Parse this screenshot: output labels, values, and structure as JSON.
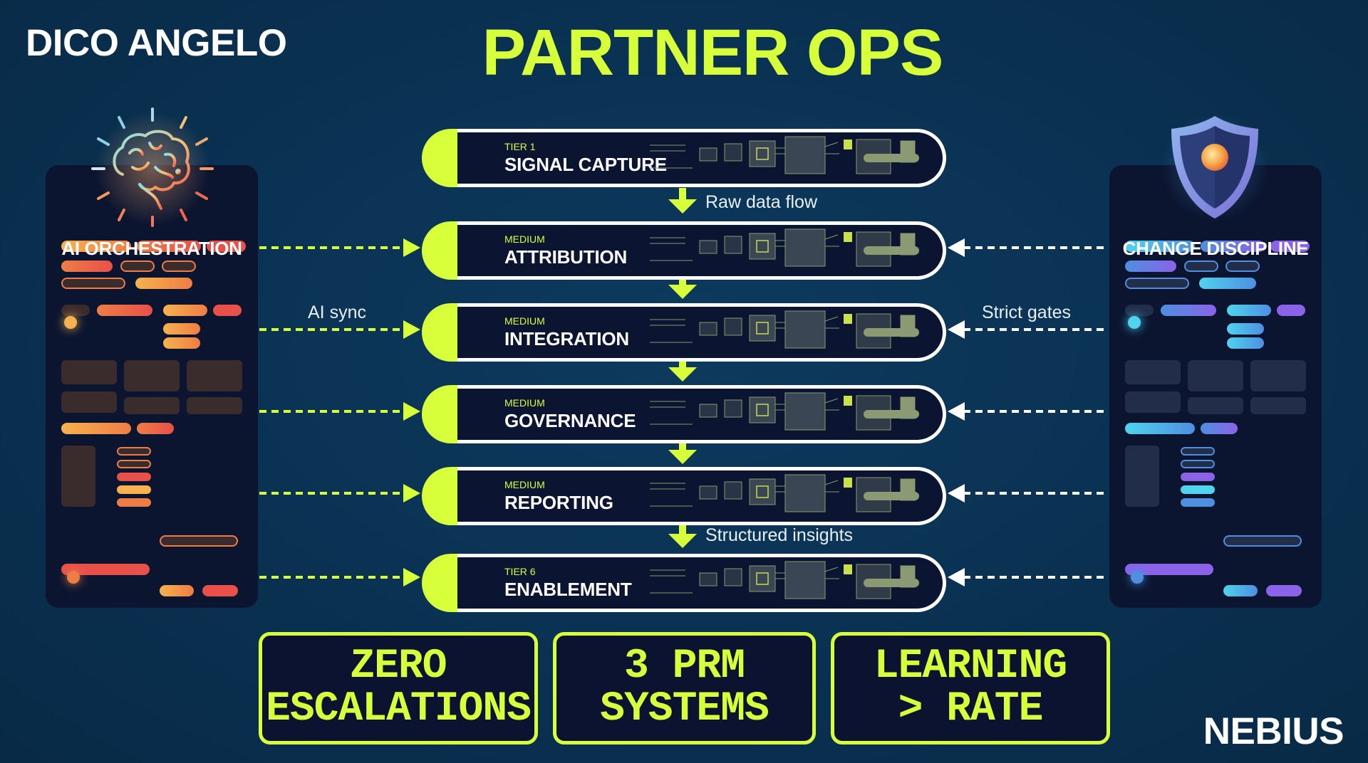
{
  "header": {
    "brand_left": "DICO ANGELO",
    "title": "PARTNER OPS",
    "brand_right": "NEBIUS"
  },
  "left_panel": {
    "title": "AI ORCHESTRATION",
    "icon": "brain-icon",
    "connector_label": "AI sync",
    "palette": [
      "#f6b24e",
      "#ee7d45",
      "#e8504a"
    ]
  },
  "right_panel": {
    "title": "CHANGE DISCIPLINE",
    "icon": "shield-icon",
    "connector_label": "Strict gates",
    "palette": [
      "#4fd3ee",
      "#4e8fe0",
      "#8a63e8"
    ]
  },
  "tiers": [
    {
      "level": "TIER 1",
      "name": "SIGNAL CAPTURE"
    },
    {
      "level": "MEDIUM",
      "name": "ATTRIBUTION"
    },
    {
      "level": "MEDIUM",
      "name": "INTEGRATION"
    },
    {
      "level": "MEDIUM",
      "name": "GOVERNANCE"
    },
    {
      "level": "MEDIUM",
      "name": "REPORTING"
    },
    {
      "level": "TIER 6",
      "name": "ENABLEMENT"
    }
  ],
  "flow_labels": {
    "top": "Raw data flow",
    "bottom": "Structured insights"
  },
  "metrics": [
    {
      "line1": "ZERO",
      "line2": "ESCALATIONS"
    },
    {
      "line1": "3 PRM",
      "line2": "SYSTEMS"
    },
    {
      "line1": "LEARNING",
      "line2": "> RATE"
    }
  ],
  "colors": {
    "accent": "#d7ff3a",
    "background": "#0a3152",
    "panel": "#0b1530",
    "text": "#ffffff"
  }
}
